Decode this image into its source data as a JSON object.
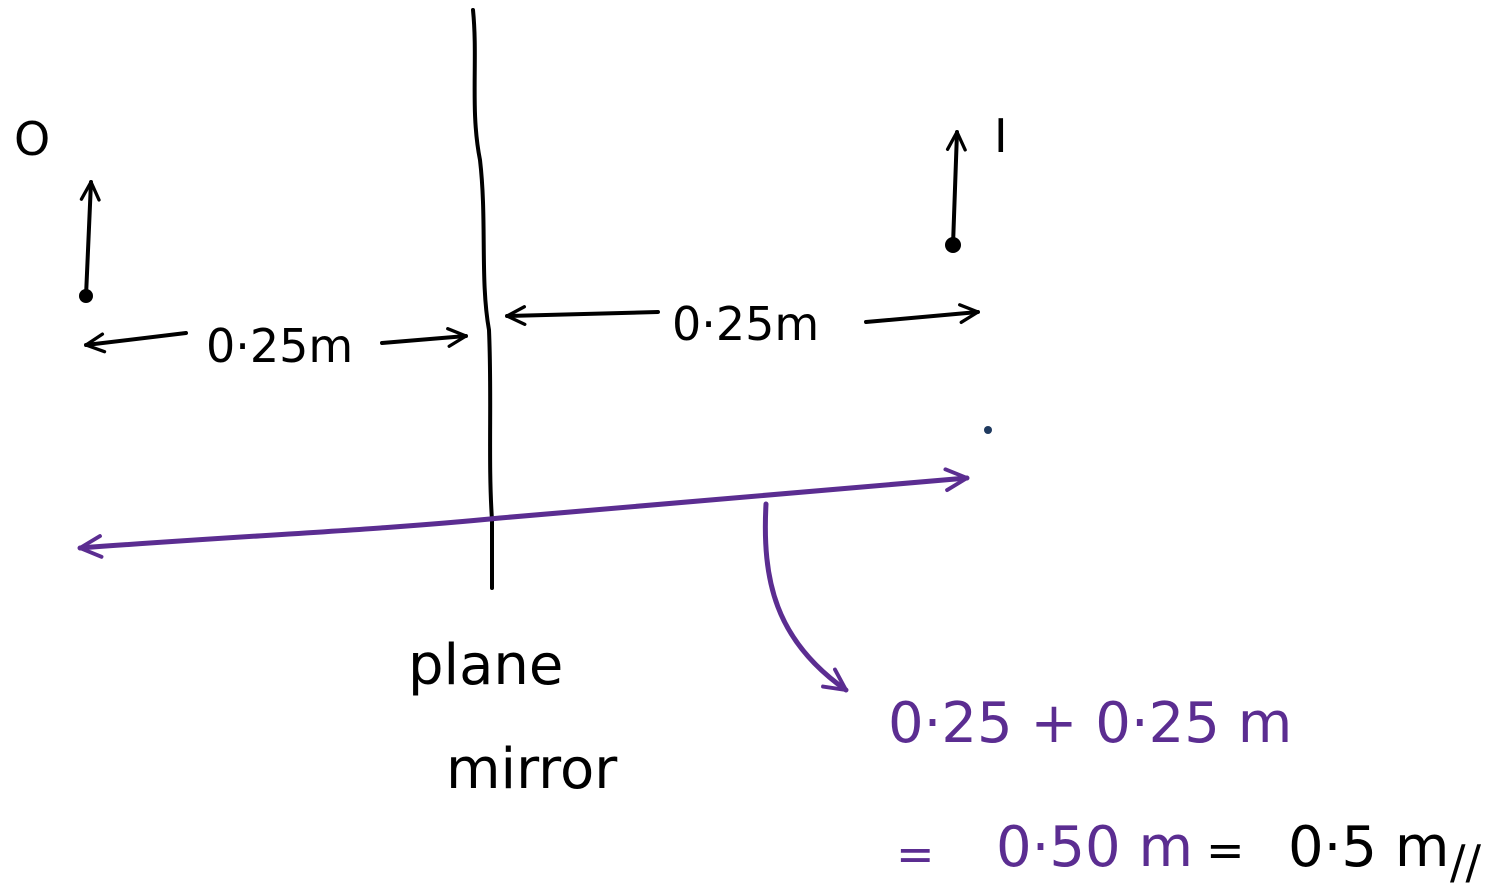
{
  "labels": {
    "object": "O",
    "image": "I",
    "object_distance": "0·25m",
    "image_distance": "0·25m",
    "mirror_line1": "plane",
    "mirror_line2": "mirror"
  },
  "working": {
    "sum": "0·25 + 0·25 m",
    "eq_sign_1": "=",
    "result_1": "0·50 m",
    "eq_sign_2": "=",
    "result_2": "0·5 m",
    "end_mark": "//"
  },
  "colors": {
    "ink": "#000000",
    "annotation": "#5b2d91",
    "stray_dot": "#1f3a5f"
  }
}
